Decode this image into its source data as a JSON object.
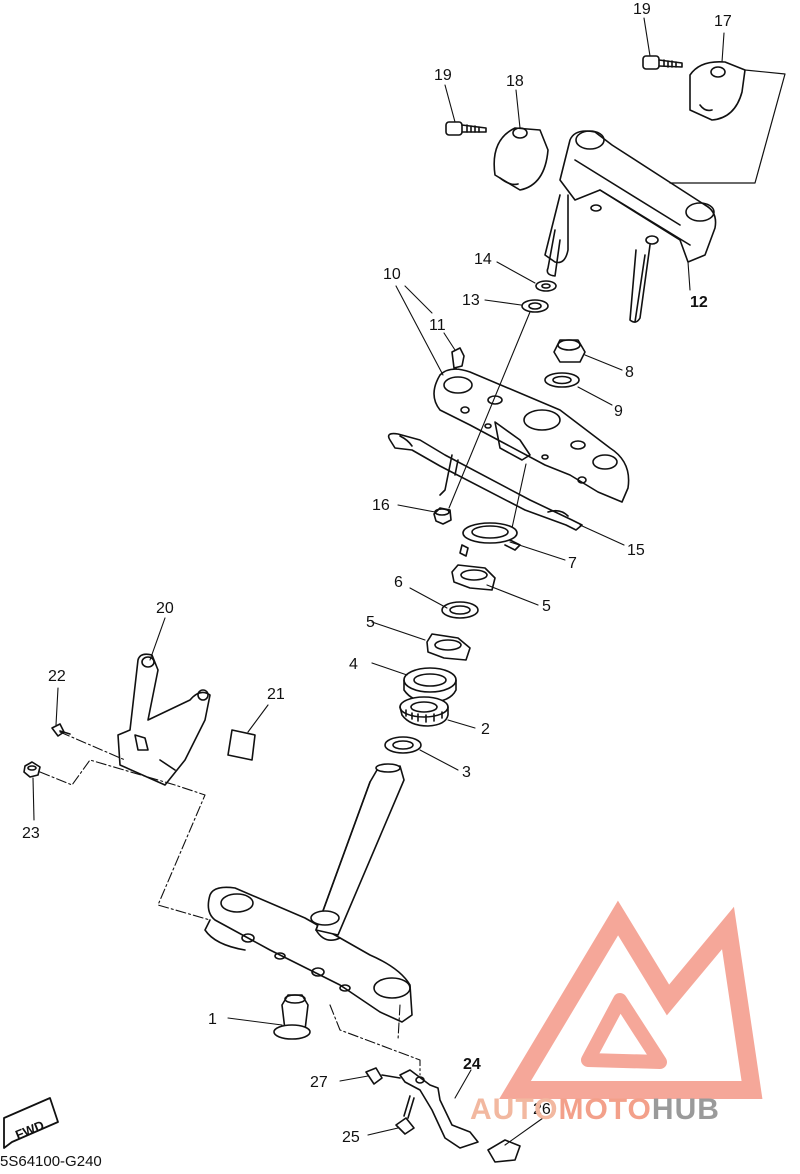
{
  "diagram": {
    "callouts": [
      {
        "id": "c1",
        "text": "1"
      },
      {
        "id": "c2",
        "text": "2"
      },
      {
        "id": "c3",
        "text": "3"
      },
      {
        "id": "c4",
        "text": "4"
      },
      {
        "id": "c5a",
        "text": "5"
      },
      {
        "id": "c5b",
        "text": "5"
      },
      {
        "id": "c6",
        "text": "6"
      },
      {
        "id": "c7",
        "text": "7"
      },
      {
        "id": "c8",
        "text": "8"
      },
      {
        "id": "c9",
        "text": "9"
      },
      {
        "id": "c10",
        "text": "10"
      },
      {
        "id": "c11",
        "text": "11"
      },
      {
        "id": "c12",
        "text": "12"
      },
      {
        "id": "c13",
        "text": "13"
      },
      {
        "id": "c14",
        "text": "14"
      },
      {
        "id": "c15",
        "text": "15"
      },
      {
        "id": "c16",
        "text": "16"
      },
      {
        "id": "c17",
        "text": "17"
      },
      {
        "id": "c18",
        "text": "18"
      },
      {
        "id": "c19a",
        "text": "19"
      },
      {
        "id": "c19b",
        "text": "19"
      },
      {
        "id": "c20",
        "text": "20"
      },
      {
        "id": "c21",
        "text": "21"
      },
      {
        "id": "c22",
        "text": "22"
      },
      {
        "id": "c23",
        "text": "23"
      },
      {
        "id": "c24",
        "text": "24"
      },
      {
        "id": "c25",
        "text": "25"
      },
      {
        "id": "c26",
        "text": "26"
      },
      {
        "id": "c27",
        "text": "27"
      }
    ],
    "fwd_label": "FWD",
    "diagram_code": "5S64100-G240"
  },
  "watermark": {
    "part1": "AUTO",
    "part2": "MOTO",
    "part3": "HUB",
    "colors": {
      "triangle": "#f28a78",
      "auto": "#f2b8a0",
      "moto": "#f3a08a",
      "hub": "#9a9a9a"
    }
  }
}
